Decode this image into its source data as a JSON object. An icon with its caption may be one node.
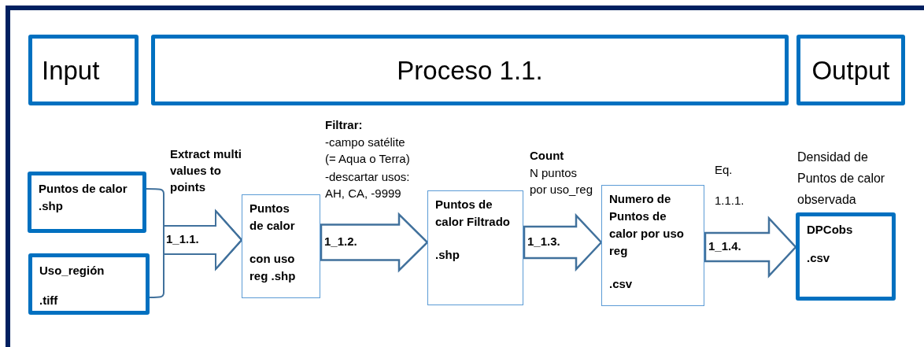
{
  "diagram": {
    "nodes": [
      {
        "text": [
          "Input"
        ]
      },
      {
        "text": [
          "Proceso 1.1."
        ]
      },
      {
        "text": [
          "Output"
        ]
      },
      {
        "text": [
          "Puntos de calor",
          ".shp"
        ]
      },
      {
        "text": [
          "Uso_región",
          ".tiff"
        ]
      },
      {
        "text": [
          "Puntos de calor",
          "con uso reg .shp"
        ]
      },
      {
        "text": [
          "Puntos de calor Filtrado",
          ".shp"
        ]
      },
      {
        "text": [
          "Numero de Puntos de calor por uso reg",
          ".csv"
        ]
      },
      {
        "text": [
          "DPCobs",
          ".csv"
        ],
        "beside": [
          "Densidad de Puntos de calor observada"
        ]
      }
    ],
    "edges": [
      {
        "from": 3,
        "to": 5,
        "arrow": "to",
        "label": "1_1.1."
      },
      {
        "from": 4,
        "to": 5,
        "arrow": "to"
      },
      {
        "from": 5,
        "to": 6,
        "arrow": "to",
        "label": "1_1.2."
      },
      {
        "from": 6,
        "to": 7,
        "arrow": "to",
        "label": "1_1.3."
      },
      {
        "from": 7,
        "to": 8,
        "arrow": "to",
        "label": "1_1.4."
      }
    ],
    "labels": [
      "Extract multi values to points",
      "Filtrar:",
      "-campo satélite (= Aqua o Terra)",
      "-descartar usos: AH, CA, -9999",
      "Count",
      "N puntos por uso_reg",
      "Eq.",
      "1.1.1."
    ]
  }
}
